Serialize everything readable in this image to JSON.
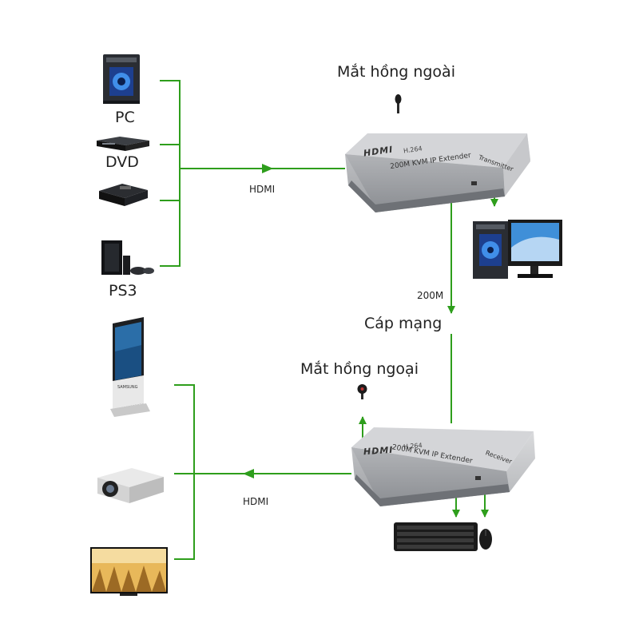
{
  "sources": [
    "PC",
    "DVD",
    "PS3"
  ],
  "transmitter": {
    "brand": "HDMI",
    "codec": "H.264",
    "model": "200M KVM IP Extender",
    "role": "Transmitter",
    "ir_label": "Mắt hồng ngoài",
    "input_label": "HDMI"
  },
  "link": {
    "distance": "200M",
    "cable_label": "Cáp mạng"
  },
  "receiver": {
    "brand": "HDMI",
    "codec": "H.264",
    "model": "200M KVM IP Extender",
    "role": "Receiver",
    "ir_label": "Mắt hồng ngoại",
    "output_label": "HDMI"
  },
  "display_screen_text": "SAMSUNG",
  "colors": {
    "wire": "#2e9e1c",
    "device_body": "#bfc0c3",
    "device_dark": "#8e9094"
  }
}
